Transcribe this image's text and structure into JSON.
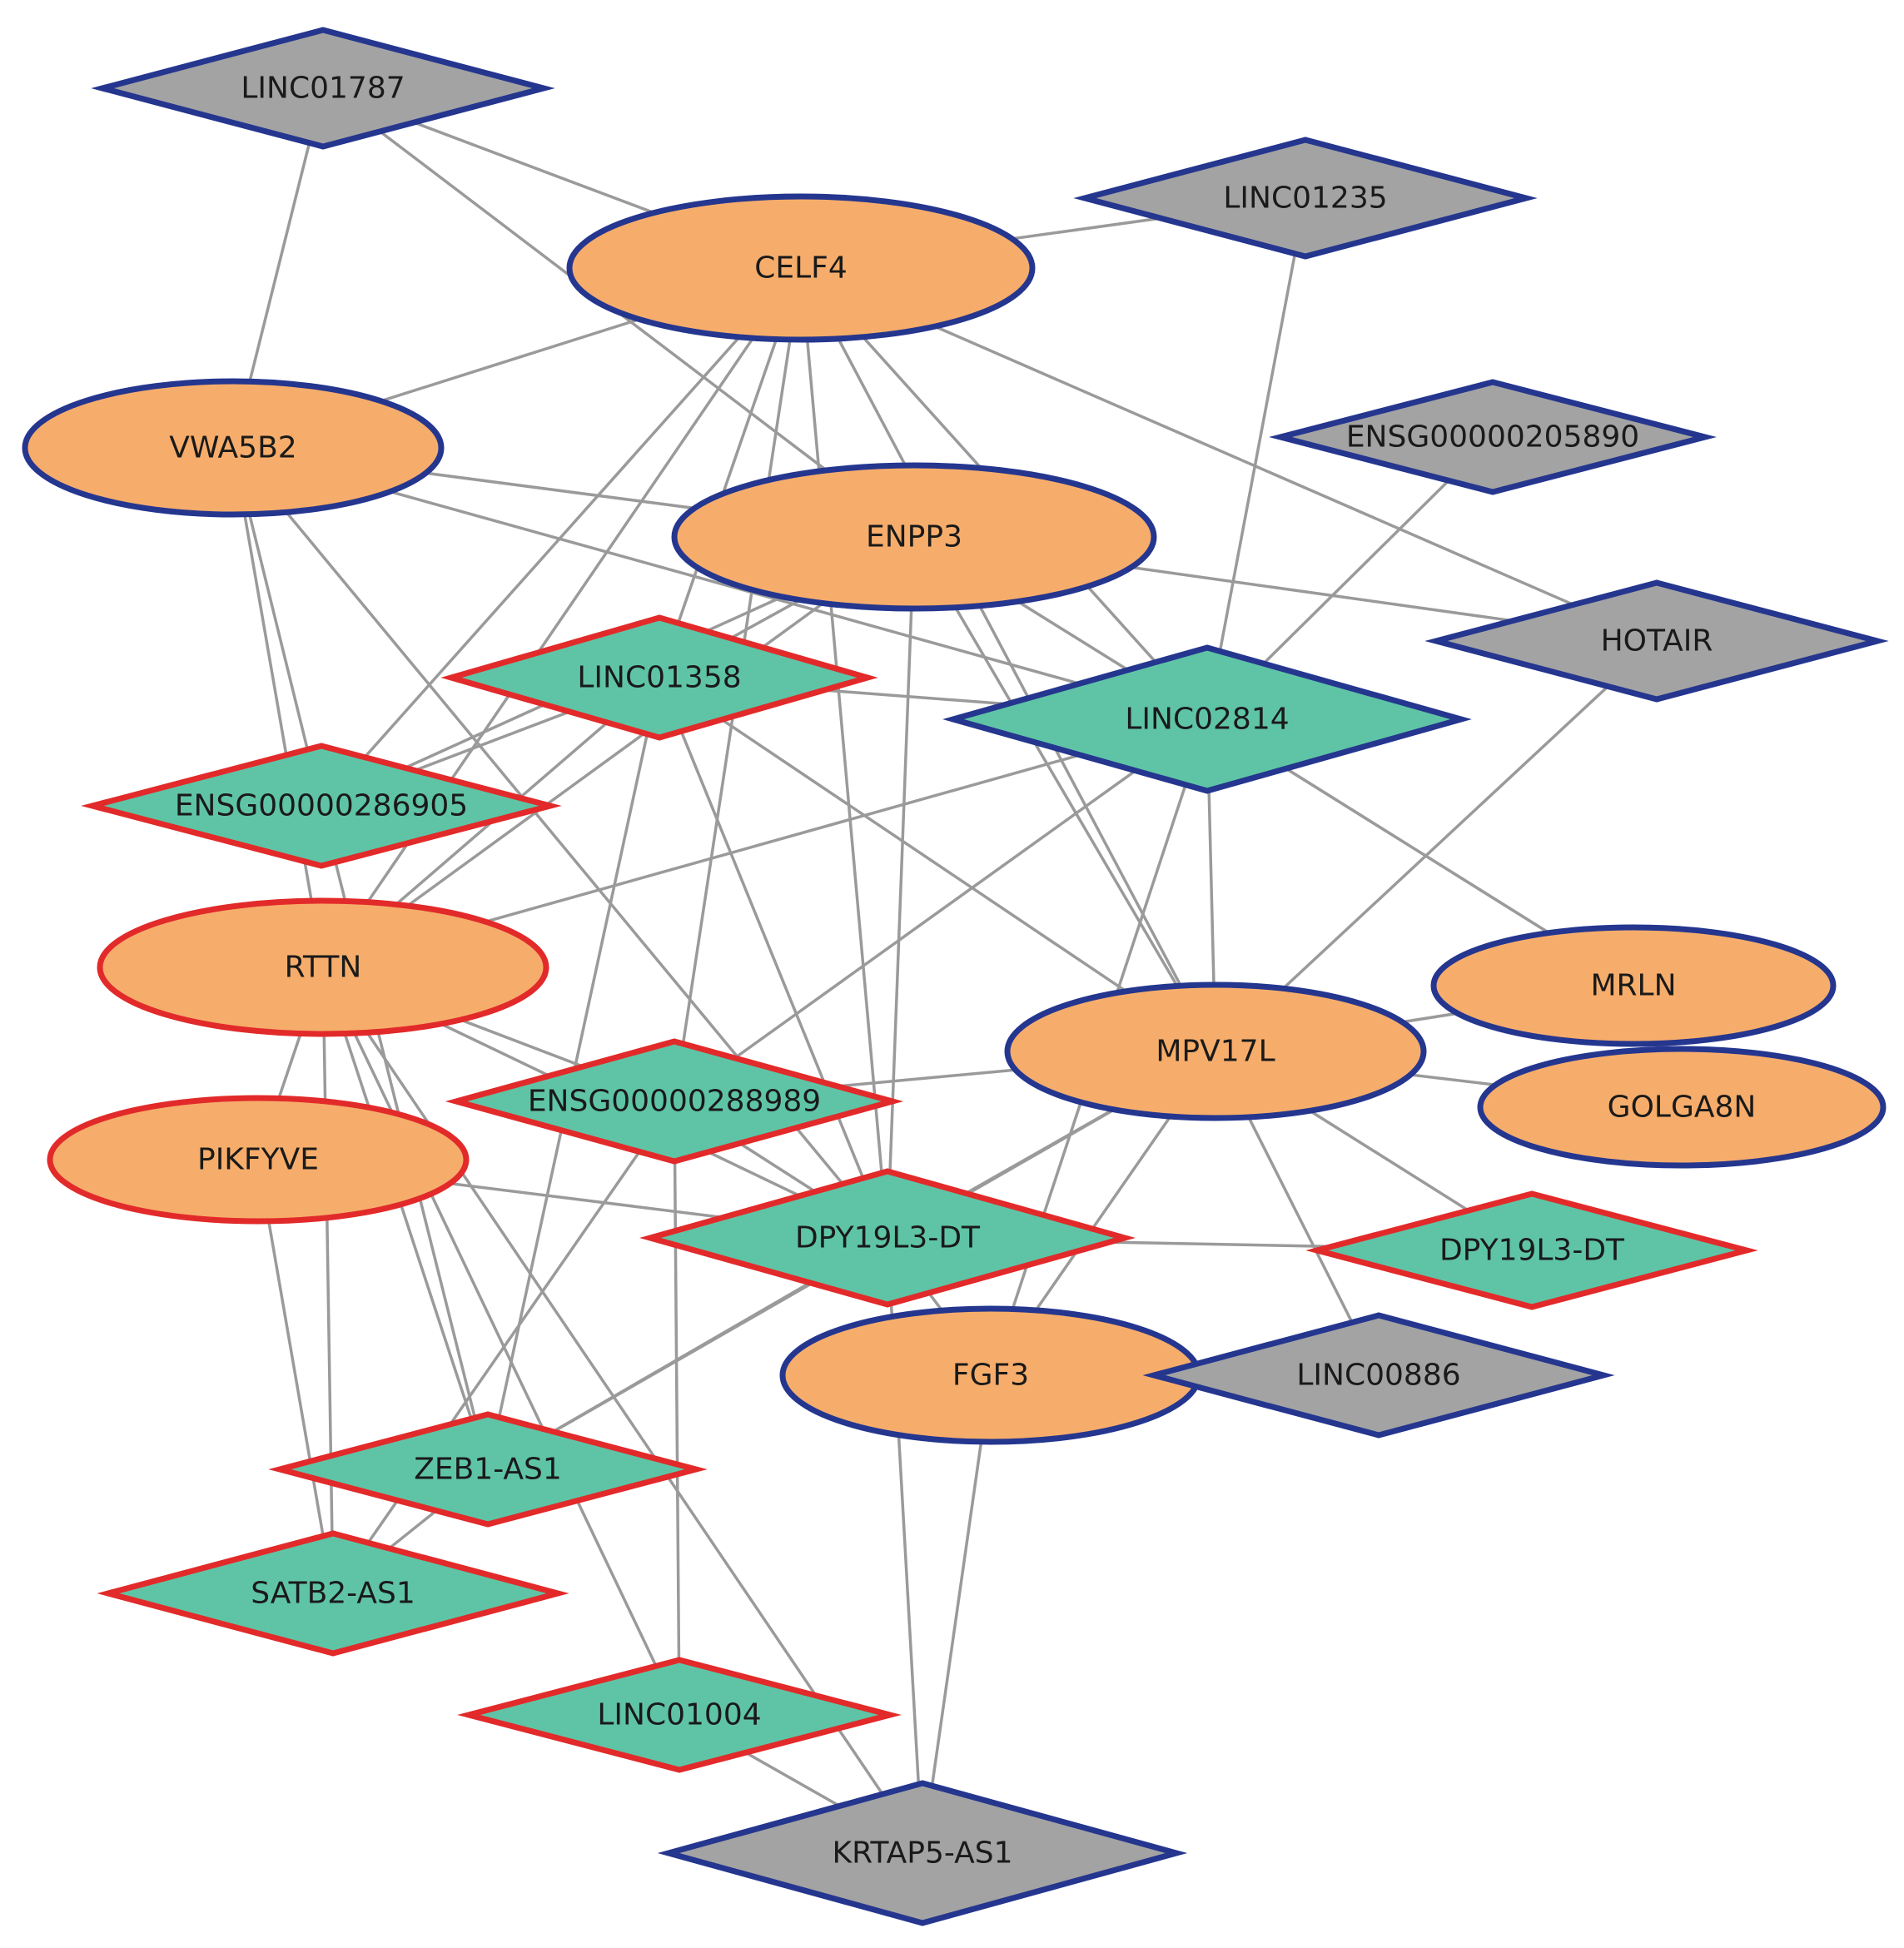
{
  "colors": {
    "edge": "#9a9a9a",
    "gene_fill": "#f6ad6b",
    "lncrna_fill": "#5fc4a5",
    "other_lncrna_fill": "#a3a3a3",
    "border_blue": "#25368f",
    "border_red": "#e22a2a",
    "label": "#1a1a1a"
  },
  "nodes": [
    {
      "id": "LINC01787",
      "label": "LINC01787",
      "shape": "diamond",
      "fill": "other_lncrna_fill",
      "border": "border_blue"
    },
    {
      "id": "LINC01235",
      "label": "LINC01235",
      "shape": "diamond",
      "fill": "other_lncrna_fill",
      "border": "border_blue"
    },
    {
      "id": "CELF4",
      "label": "CELF4",
      "shape": "ellipse",
      "fill": "gene_fill",
      "border": "border_blue"
    },
    {
      "id": "VWA5B2",
      "label": "VWA5B2",
      "shape": "ellipse",
      "fill": "gene_fill",
      "border": "border_blue"
    },
    {
      "id": "ENSG00000205890",
      "label": "ENSG00000205890",
      "shape": "diamond",
      "fill": "other_lncrna_fill",
      "border": "border_blue"
    },
    {
      "id": "ENPP3",
      "label": "ENPP3",
      "shape": "ellipse",
      "fill": "gene_fill",
      "border": "border_blue"
    },
    {
      "id": "HOTAIR",
      "label": "HOTAIR",
      "shape": "diamond",
      "fill": "other_lncrna_fill",
      "border": "border_blue"
    },
    {
      "id": "LINC01358",
      "label": "LINC01358",
      "shape": "diamond",
      "fill": "lncrna_fill",
      "border": "border_red"
    },
    {
      "id": "LINC02814",
      "label": "LINC02814",
      "shape": "diamond",
      "fill": "lncrna_fill",
      "border": "border_blue"
    },
    {
      "id": "ENSG00000286905",
      "label": "ENSG00000286905",
      "shape": "diamond",
      "fill": "lncrna_fill",
      "border": "border_red"
    },
    {
      "id": "RTTN",
      "label": "RTTN",
      "shape": "ellipse",
      "fill": "gene_fill",
      "border": "border_red"
    },
    {
      "id": "MRLN",
      "label": "MRLN",
      "shape": "ellipse",
      "fill": "gene_fill",
      "border": "border_blue"
    },
    {
      "id": "MPV17L",
      "label": "MPV17L",
      "shape": "ellipse",
      "fill": "gene_fill",
      "border": "border_blue"
    },
    {
      "id": "GOLGA8N",
      "label": "GOLGA8N",
      "shape": "ellipse",
      "fill": "gene_fill",
      "border": "border_blue"
    },
    {
      "id": "ENSG00000288989",
      "label": "ENSG00000288989",
      "shape": "diamond",
      "fill": "lncrna_fill",
      "border": "border_red"
    },
    {
      "id": "PIKFYVE",
      "label": "PIKFYVE",
      "shape": "ellipse",
      "fill": "gene_fill",
      "border": "border_red"
    },
    {
      "id": "DPY19L3-DT-a",
      "label": "DPY19L3-DT",
      "shape": "diamond",
      "fill": "lncrna_fill",
      "border": "border_red"
    },
    {
      "id": "DPY19L3-DT-b",
      "label": "DPY19L3-DT",
      "shape": "diamond",
      "fill": "lncrna_fill",
      "border": "border_red"
    },
    {
      "id": "FGF3",
      "label": "FGF3",
      "shape": "ellipse",
      "fill": "gene_fill",
      "border": "border_blue"
    },
    {
      "id": "LINC00886",
      "label": "LINC00886",
      "shape": "diamond",
      "fill": "other_lncrna_fill",
      "border": "border_blue"
    },
    {
      "id": "ZEB1-AS1",
      "label": "ZEB1-AS1",
      "shape": "diamond",
      "fill": "lncrna_fill",
      "border": "border_red"
    },
    {
      "id": "SATB2-AS1",
      "label": "SATB2-AS1",
      "shape": "diamond",
      "fill": "lncrna_fill",
      "border": "border_red"
    },
    {
      "id": "LINC01004",
      "label": "LINC01004",
      "shape": "diamond",
      "fill": "lncrna_fill",
      "border": "border_red"
    },
    {
      "id": "KRTAP5-AS1",
      "label": "KRTAP5-AS1",
      "shape": "diamond",
      "fill": "other_lncrna_fill",
      "border": "border_blue"
    }
  ],
  "edges": [
    [
      "LINC01787",
      "VWA5B2"
    ],
    [
      "LINC01787",
      "CELF4"
    ],
    [
      "LINC01787",
      "ENPP3"
    ],
    [
      "LINC01235",
      "CELF4"
    ],
    [
      "LINC01235",
      "LINC02814"
    ],
    [
      "ENSG00000205890",
      "LINC02814"
    ],
    [
      "CELF4",
      "VWA5B2"
    ],
    [
      "CELF4",
      "LINC01358"
    ],
    [
      "CELF4",
      "ENSG00000286905"
    ],
    [
      "CELF4",
      "RTTN"
    ],
    [
      "CELF4",
      "ENSG00000288989"
    ],
    [
      "CELF4",
      "DPY19L3-DT-a"
    ],
    [
      "CELF4",
      "MPV17L"
    ],
    [
      "CELF4",
      "HOTAIR"
    ],
    [
      "CELF4",
      "LINC02814"
    ],
    [
      "VWA5B2",
      "ENPP3"
    ],
    [
      "VWA5B2",
      "ENSG00000286905"
    ],
    [
      "VWA5B2",
      "RTTN"
    ],
    [
      "VWA5B2",
      "DPY19L3-DT-a"
    ],
    [
      "VWA5B2",
      "LINC02814"
    ],
    [
      "ENPP3",
      "HOTAIR"
    ],
    [
      "ENPP3",
      "LINC01358"
    ],
    [
      "ENPP3",
      "ENSG00000286905"
    ],
    [
      "ENPP3",
      "RTTN"
    ],
    [
      "ENPP3",
      "DPY19L3-DT-a"
    ],
    [
      "ENPP3",
      "MPV17L"
    ],
    [
      "ENPP3",
      "LINC02814"
    ],
    [
      "LINC01358",
      "LINC02814"
    ],
    [
      "LINC01358",
      "ENSG00000286905"
    ],
    [
      "LINC01358",
      "RTTN"
    ],
    [
      "LINC01358",
      "DPY19L3-DT-a"
    ],
    [
      "LINC01358",
      "MPV17L"
    ],
    [
      "LINC01358",
      "ZEB1-AS1"
    ],
    [
      "LINC02814",
      "MRLN"
    ],
    [
      "LINC02814",
      "MPV17L"
    ],
    [
      "LINC02814",
      "RTTN"
    ],
    [
      "LINC02814",
      "ENSG00000288989"
    ],
    [
      "LINC02814",
      "FGF3"
    ],
    [
      "HOTAIR",
      "MPV17L"
    ],
    [
      "RTTN",
      "ENSG00000288989"
    ],
    [
      "RTTN",
      "PIKFYVE"
    ],
    [
      "RTTN",
      "ZEB1-AS1"
    ],
    [
      "RTTN",
      "SATB2-AS1"
    ],
    [
      "RTTN",
      "LINC01004"
    ],
    [
      "RTTN",
      "KRTAP5-AS1"
    ],
    [
      "RTTN",
      "DPY19L3-DT-a"
    ],
    [
      "MPV17L",
      "MRLN"
    ],
    [
      "MPV17L",
      "GOLGA8N"
    ],
    [
      "MPV17L",
      "ENSG00000288989"
    ],
    [
      "MPV17L",
      "DPY19L3-DT-a"
    ],
    [
      "MPV17L",
      "DPY19L3-DT-b"
    ],
    [
      "MPV17L",
      "LINC00886"
    ],
    [
      "MPV17L",
      "FGF3"
    ],
    [
      "MPV17L",
      "ZEB1-AS1"
    ],
    [
      "ENSG00000288989",
      "DPY19L3-DT-a"
    ],
    [
      "ENSG00000288989",
      "LINC01004"
    ],
    [
      "ENSG00000288989",
      "SATB2-AS1"
    ],
    [
      "PIKFYVE",
      "DPY19L3-DT-a"
    ],
    [
      "PIKFYVE",
      "SATB2-AS1"
    ],
    [
      "DPY19L3-DT-a",
      "DPY19L3-DT-b"
    ],
    [
      "DPY19L3-DT-a",
      "FGF3"
    ],
    [
      "DPY19L3-DT-a",
      "ZEB1-AS1"
    ],
    [
      "DPY19L3-DT-a",
      "KRTAP5-AS1"
    ],
    [
      "FGF3",
      "LINC00886"
    ],
    [
      "FGF3",
      "KRTAP5-AS1"
    ],
    [
      "ZEB1-AS1",
      "SATB2-AS1"
    ],
    [
      "LINC01004",
      "KRTAP5-AS1"
    ],
    [
      "ENSG00000286905",
      "ZEB1-AS1"
    ]
  ]
}
